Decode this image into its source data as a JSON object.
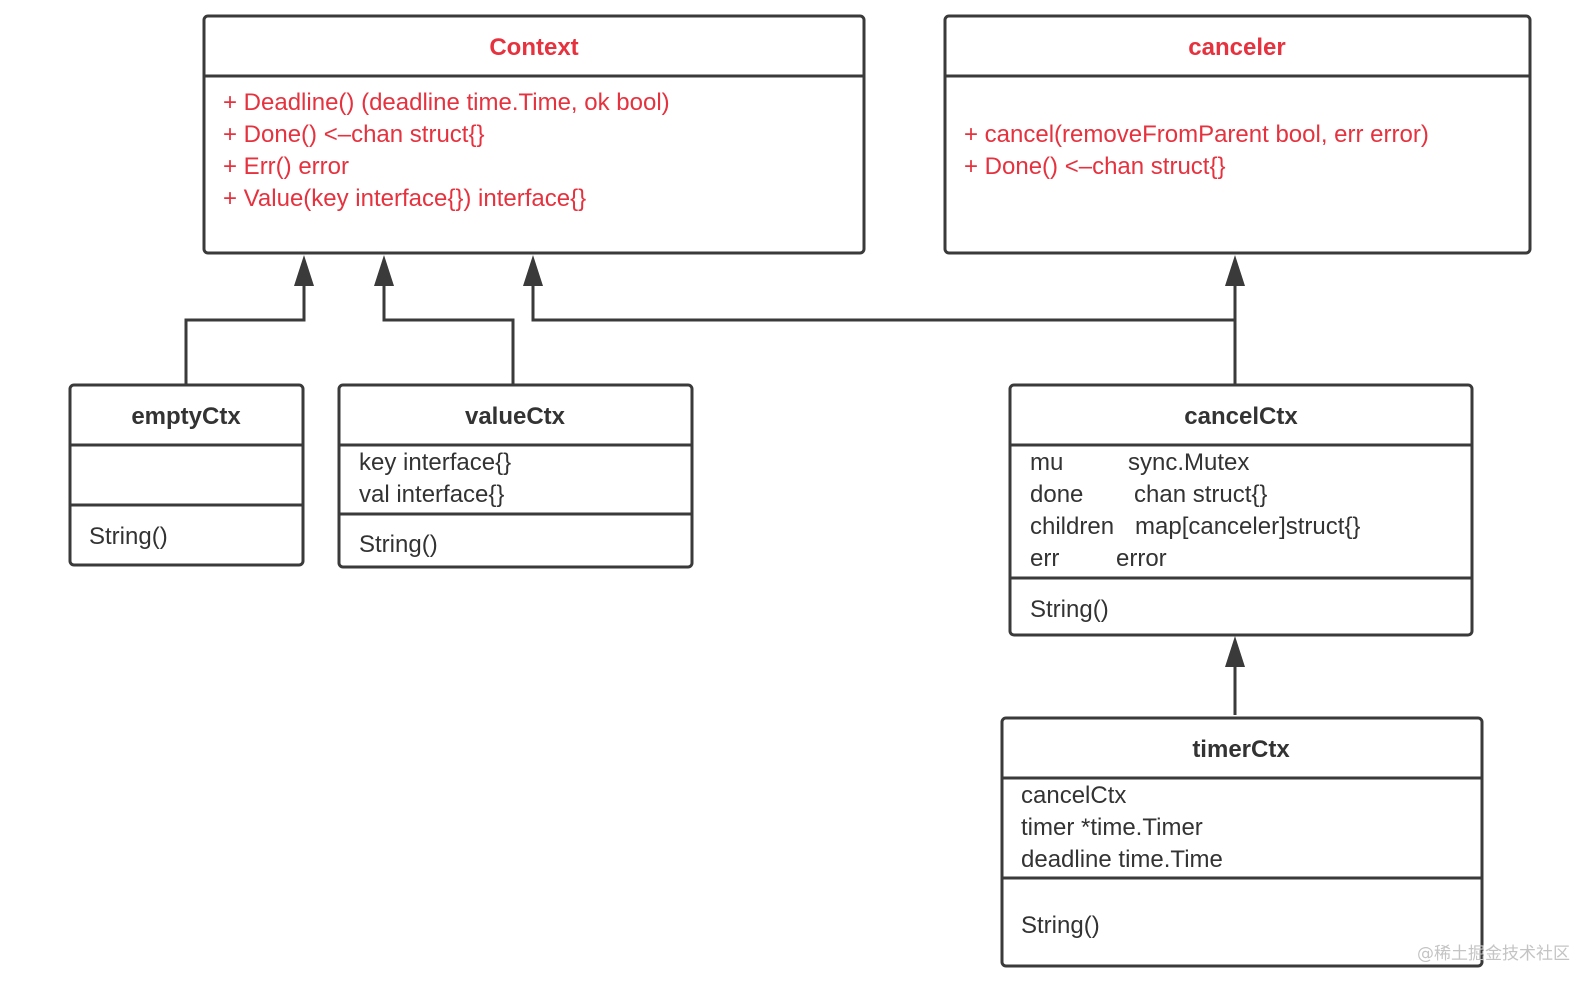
{
  "colors": {
    "interface_text": "#e5323e",
    "struct_text": "#333333",
    "border": "#3a3a3a"
  },
  "classes": {
    "context": {
      "name": "Context",
      "methods": [
        "+ Deadline() (deadline time.Time, ok bool)",
        "+ Done() <–chan struct{}",
        "+ Err() error",
        "+ Value(key interface{}) interface{}"
      ]
    },
    "canceler": {
      "name": "canceler",
      "methods": [
        "+ cancel(removeFromParent bool, err error)",
        "+ Done() <–chan struct{}"
      ]
    },
    "emptyCtx": {
      "name": "emptyCtx",
      "fields": [],
      "methods": [
        "String()"
      ]
    },
    "valueCtx": {
      "name": "valueCtx",
      "fields": [
        "key interface{}",
        "val interface{}"
      ],
      "methods": [
        "String()"
      ]
    },
    "cancelCtx": {
      "name": "cancelCtx",
      "fields": [
        {
          "name": "mu",
          "type": "sync.Mutex"
        },
        {
          "name": "done",
          "type": "chan struct{}"
        },
        {
          "name": "children",
          "type": "map[canceler]struct{}"
        },
        {
          "name": "err",
          "type": "error"
        }
      ],
      "methods": [
        "String()"
      ]
    },
    "timerCtx": {
      "name": "timerCtx",
      "fields": [
        "cancelCtx",
        "timer *time.Timer",
        "deadline time.Time"
      ],
      "methods": [
        "String()"
      ]
    }
  },
  "relations": [
    {
      "from": "emptyCtx",
      "to": "Context"
    },
    {
      "from": "valueCtx",
      "to": "Context"
    },
    {
      "from": "cancelCtx",
      "to": "Context"
    },
    {
      "from": "cancelCtx",
      "to": "canceler"
    },
    {
      "from": "timerCtx",
      "to": "cancelCtx"
    }
  ],
  "watermark": "@稀土掘金技术社区"
}
